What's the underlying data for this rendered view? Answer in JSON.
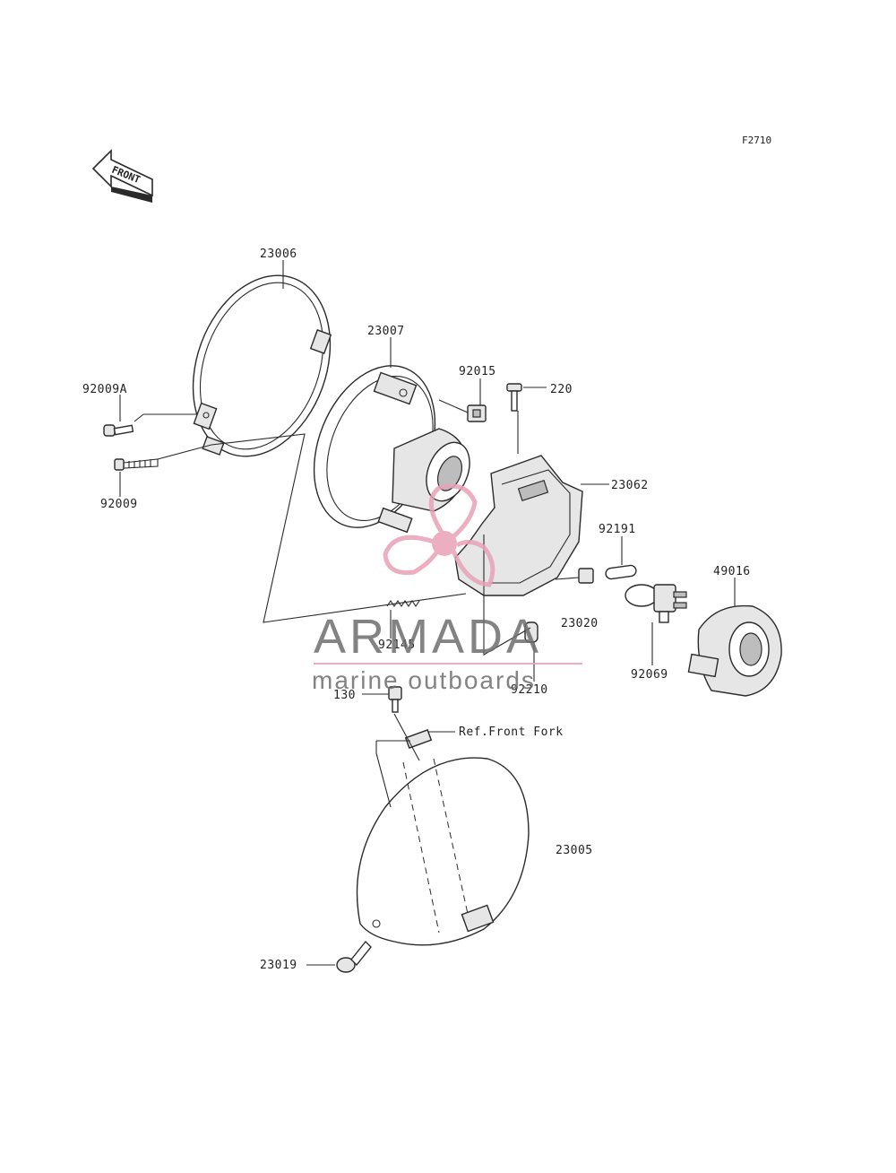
{
  "figure_code": "F2710",
  "direction_label": "FRONT",
  "parts": {
    "p23006": "23006",
    "p23007": "23007",
    "p92015": "92015",
    "p220": "220",
    "p92009A": "92009A",
    "p92009": "92009",
    "p23062": "23062",
    "p92191": "92191",
    "p49016": "49016",
    "p23020": "23020",
    "p92145": "92145",
    "p92210": "92210",
    "p92069": "92069",
    "p130": "130",
    "p23005": "23005",
    "p23019": "23019"
  },
  "reference_label": "Ref.Front Fork",
  "watermark": {
    "brand": "ARMADA",
    "tagline": "marine outboards",
    "color_pink": "#e8a2b7",
    "color_gray": "#6e6e6e"
  }
}
